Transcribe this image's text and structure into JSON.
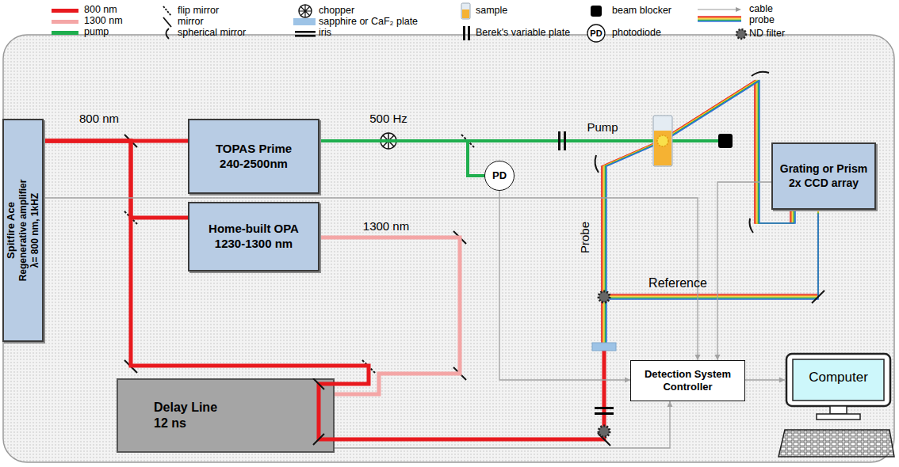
{
  "diagram": {
    "nodes": [
      {
        "text": [
          "Spitfire Ace",
          "Regenerative amplifier",
          "λ= 800 nm, 1kHZ"
        ]
      },
      {
        "text": [
          "TOPAS Prime",
          "240-2500nm"
        ]
      },
      {
        "text": [
          "Home-built OPA",
          "1230-1300 nm"
        ]
      },
      {
        "text": [
          "Delay Line",
          "12 ns"
        ]
      },
      {
        "text": [
          "PD"
        ]
      },
      {
        "text": [
          "Grating or Prism",
          "2x CCD array"
        ]
      },
      {
        "text": [
          "Detection System Controller"
        ]
      },
      {
        "text": [
          "Computer"
        ]
      }
    ],
    "edges": [
      {
        "from": 0,
        "to": 1,
        "arrow": "none"
      },
      {
        "from": 0,
        "to": 2,
        "arrow": "none"
      },
      {
        "from": 0,
        "to": 3,
        "arrow": "none"
      },
      {
        "from": 2,
        "to": 3,
        "arrow": "none"
      },
      {
        "from": 1,
        "to": 4,
        "arrow": "none"
      },
      {
        "from": 0,
        "to": 6,
        "arrow": "to"
      },
      {
        "from": 4,
        "to": 6,
        "arrow": "to"
      },
      {
        "from": 5,
        "to": 6,
        "arrow": "to"
      },
      {
        "from": 3,
        "to": 6,
        "arrow": "to"
      },
      {
        "from": 6,
        "to": 7,
        "arrow": "to"
      }
    ],
    "labels": [
      "800 nm",
      "500 Hz",
      "PD",
      "Pump",
      "Probe",
      "1300 nm",
      "Reference"
    ],
    "legend": [
      {
        "text": "800 nm",
        "color": "#e8191e"
      },
      {
        "text": "1300 nm",
        "color": "#f4a6a6"
      },
      {
        "text": "pump",
        "color": "#1fae4e"
      },
      {
        "text": "flip mirror"
      },
      {
        "text": "mirror"
      },
      {
        "text": "spherical mirror"
      },
      {
        "text": "chopper"
      },
      {
        "text": "sapphire or CaF₂ plate",
        "color": "#9dc3e6"
      },
      {
        "text": "iris"
      },
      {
        "text": "sample"
      },
      {
        "text": "Berek's variable plate"
      },
      {
        "text": "beam blocker",
        "color": "#000000"
      },
      {
        "text": "photodiode"
      },
      {
        "text": "cable"
      },
      {
        "text": "probe"
      },
      {
        "text": "ND filter"
      }
    ]
  }
}
